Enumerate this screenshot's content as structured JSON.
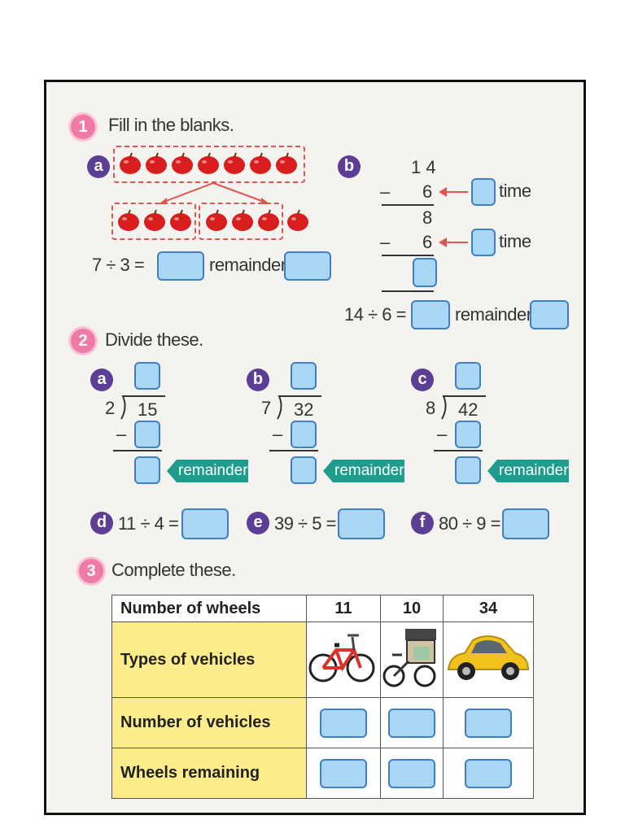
{
  "q1": {
    "number": "1",
    "title": "Fill in the blanks.",
    "part_a": {
      "label": "a",
      "equation": "7 ÷ 3 =",
      "remainder": "remainder"
    },
    "part_b": {
      "label": "b",
      "dividend": "1 4",
      "minus1": "–",
      "sub1": "6",
      "result": "8",
      "minus2": "–",
      "sub2": "6",
      "time1": "time",
      "time2": "time",
      "equation": "14 ÷ 6 =",
      "remainder": "remainder"
    }
  },
  "q2": {
    "number": "2",
    "title": "Divide these.",
    "parts": [
      {
        "label": "a",
        "divisor": "2",
        "dividend": "15",
        "minus": "–",
        "tag": "remainder"
      },
      {
        "label": "b",
        "divisor": "7",
        "dividend": "32",
        "minus": "–",
        "tag": "remainder"
      },
      {
        "label": "c",
        "divisor": "8",
        "dividend": "42",
        "minus": "–",
        "tag": "remainder"
      }
    ],
    "inline": [
      {
        "label": "d",
        "equation": "11 ÷ 4 ="
      },
      {
        "label": "e",
        "equation": "39 ÷ 5 ="
      },
      {
        "label": "f",
        "equation": "80 ÷ 9 ="
      }
    ]
  },
  "q3": {
    "number": "3",
    "title": "Complete these.",
    "table": {
      "header": "Number of wheels",
      "columns": [
        "11",
        "10",
        "34"
      ],
      "rows": [
        "Types of vehicles",
        "Number of vehicles",
        "Wheels remaining"
      ],
      "vehicles": [
        "bicycle",
        "rickshaw",
        "car"
      ]
    }
  },
  "colors": {
    "answer_box": "#a9d6f5",
    "badge_question": "#ef7aa5",
    "badge_part": "#5c3e95",
    "remainder_tag": "#1f9c8d",
    "table_highlight": "#fcec8c"
  }
}
